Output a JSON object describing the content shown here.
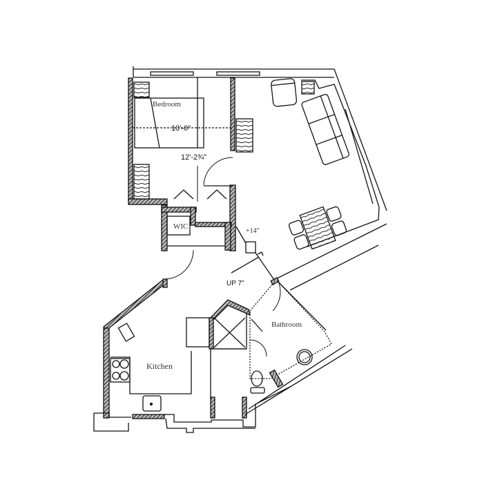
{
  "plan": {
    "type": "apartment floor plan",
    "rooms": [
      {
        "id": "bedroom",
        "label": "Bedroom"
      },
      {
        "id": "wic",
        "label": "WIC"
      },
      {
        "id": "kitchen",
        "label": "Kitchen"
      },
      {
        "id": "bathroom",
        "label": "Bathroom"
      },
      {
        "id": "living",
        "label": ""
      }
    ],
    "dimensions": {
      "bedroom_width": "10'-0\"",
      "bedroom_length": "12'-2¾\""
    },
    "annotations": {
      "elevation": "+14\"",
      "stairs": "UP 7\""
    },
    "colors": {
      "line": "#111111",
      "wall_fill": "#555555",
      "background": "#ffffff"
    }
  }
}
